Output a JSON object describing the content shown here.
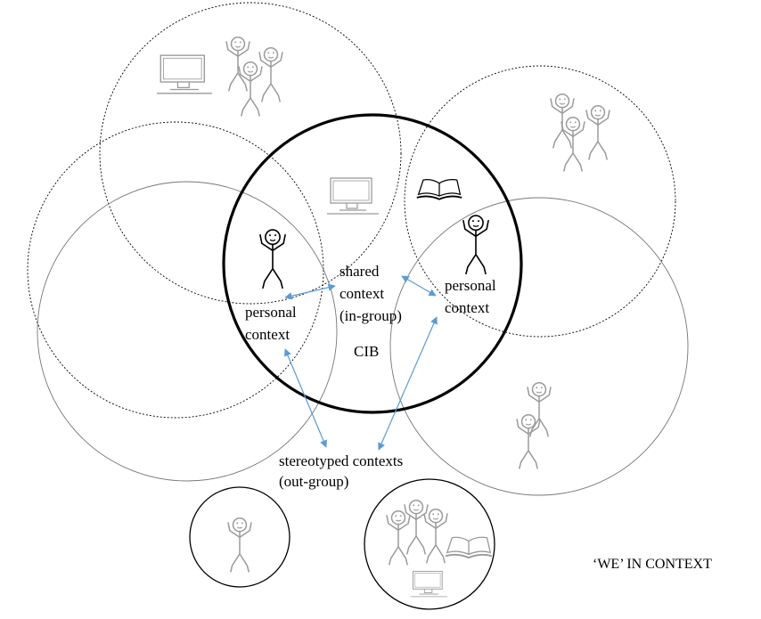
{
  "labels": {
    "shared": [
      "shared",
      "context",
      "(in-group)"
    ],
    "personal_left": [
      "personal",
      "context"
    ],
    "personal_right": [
      "personal",
      "context"
    ],
    "cib": "CIB",
    "stereotyped": [
      "stereotyped contexts",
      "(out-group)"
    ],
    "title": "‘WE’ IN CONTEXT"
  },
  "colors": {
    "arrow": "#5b9bd5",
    "gray_icon": "#9a9a9a",
    "black": "#000000"
  },
  "icons": [
    "stick-figure",
    "monitor",
    "book"
  ]
}
